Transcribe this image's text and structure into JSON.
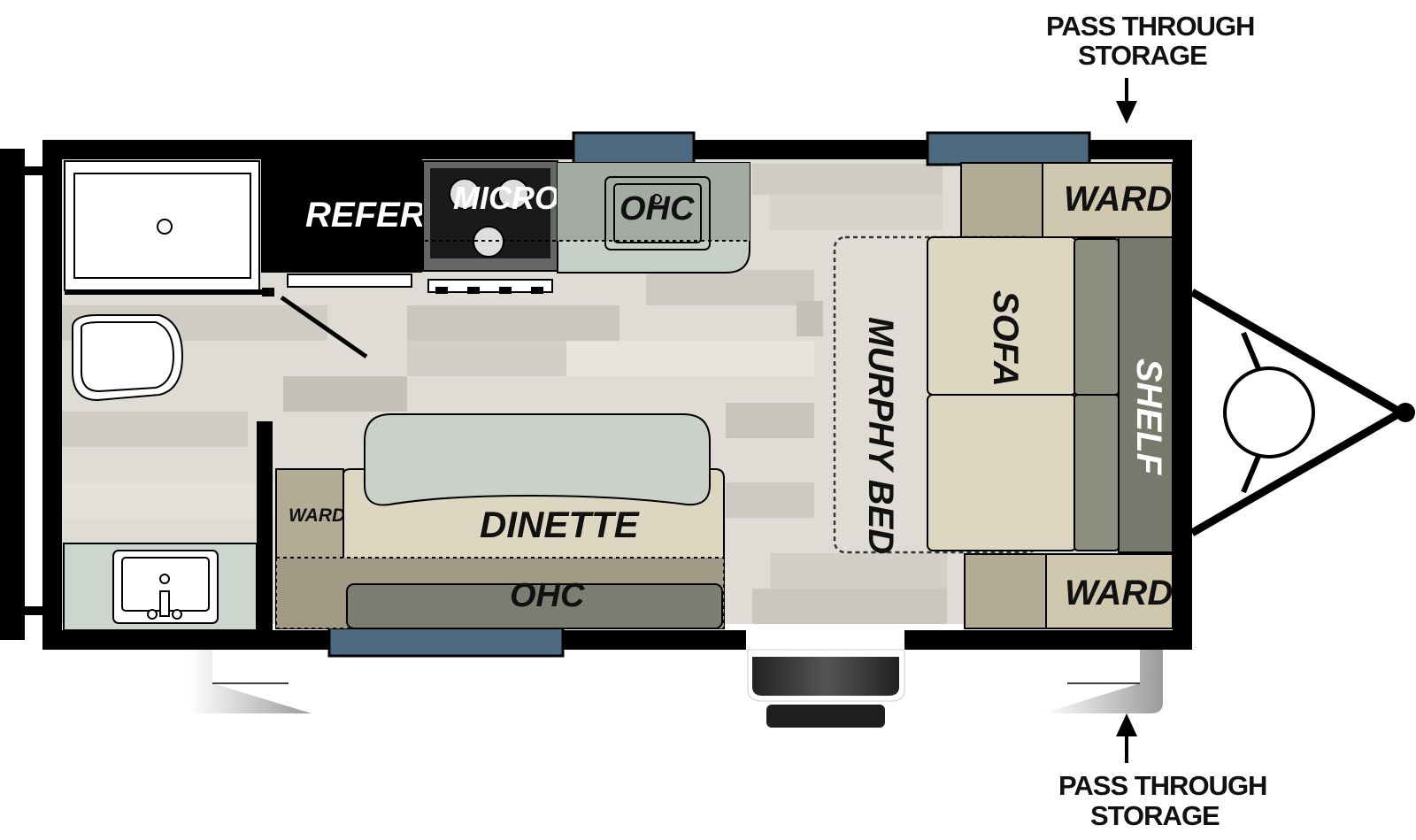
{
  "labels": {
    "refer": "REFER",
    "micro": "MICRO",
    "ohc_kitchen": "OHC",
    "ward_front_top": "WARD",
    "sofa": "SOFA",
    "shelf": "SHELF",
    "murphy_bed": "MURPHY BED",
    "ward_front_bottom": "WARD",
    "dinette": "DINETTE",
    "ohc_dinette": "OHC",
    "ward_small": "WARD"
  },
  "callouts": {
    "top_line1": "PASS THROUGH",
    "top_line2": "STORAGE",
    "bottom_line1": "PASS THROUGH",
    "bottom_line2": "STORAGE"
  },
  "colors": {
    "wall": "#000000",
    "window": "#4d6a80",
    "floor": "#dcdad2",
    "ward": "#b3ac95",
    "sofa": "#ddd7c1",
    "shelf": "#76796c",
    "counter": "#a9b3a9",
    "dinette_cushion": "#c9d1c8"
  }
}
